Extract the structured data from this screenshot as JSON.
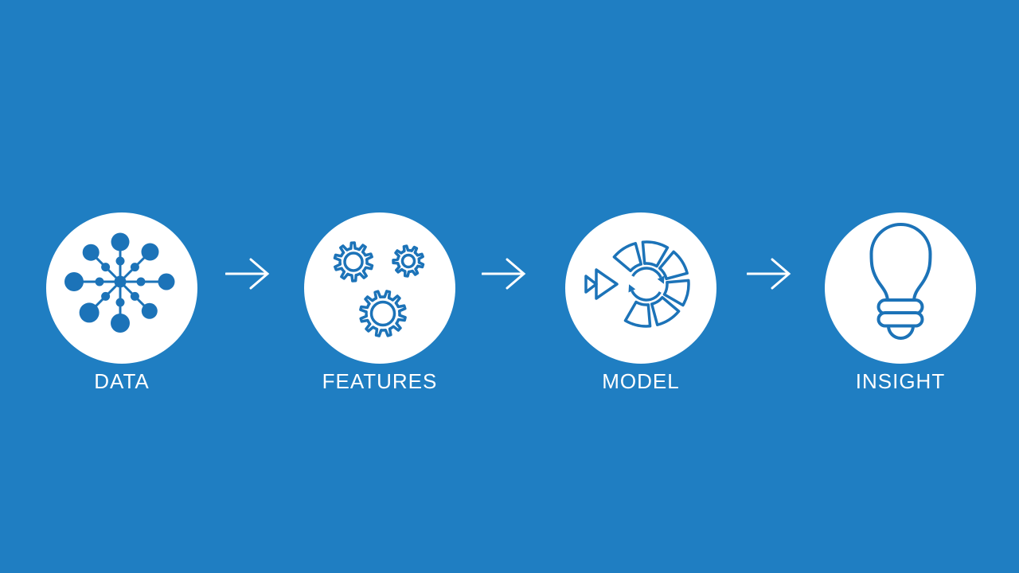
{
  "slide": {
    "background_color": "#1F7EC2",
    "icon_color": "#1C73B8",
    "circle_fill": "#FFFFFF",
    "arrow_color": "#FFFFFF",
    "text_color": "#FFFFFF"
  },
  "steps": [
    {
      "label": "DATA",
      "icon": "data-network-icon"
    },
    {
      "label": "FEATURES",
      "icon": "features-gears-icon"
    },
    {
      "label": "MODEL",
      "icon": "model-cycle-icon"
    },
    {
      "label": "INSIGHT",
      "icon": "insight-lightbulb-icon"
    }
  ],
  "connectors": [
    {
      "icon": "right-arrow-icon"
    },
    {
      "icon": "right-arrow-icon"
    },
    {
      "icon": "right-arrow-icon"
    }
  ]
}
